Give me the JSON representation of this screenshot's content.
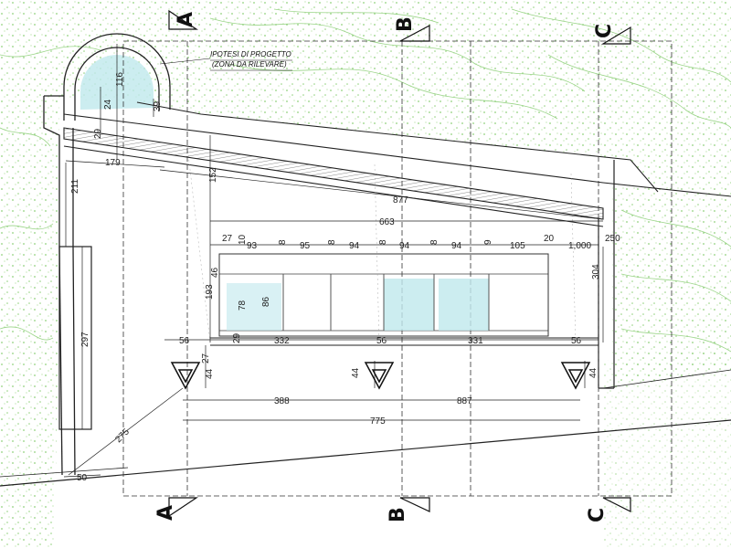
{
  "colors": {
    "vegetation": "#8fd07a",
    "water": "#bfe8ec",
    "ink": "#222222",
    "paper": "#ffffff"
  },
  "note": {
    "line1": "IPOTESI DI PROGETTO",
    "line2": "(ZONA DA RILEVARE)"
  },
  "sections": {
    "a_top": "A",
    "b_top": "B",
    "c_top": "C",
    "a_bottom": "A",
    "b_bottom": "B",
    "c_bottom": "C"
  },
  "dims": {
    "d116": "116",
    "d24": "24",
    "d39": "39",
    "d29": "29",
    "d179": "179",
    "d211": "211",
    "d152": "152",
    "d877": "877",
    "d663": "663",
    "d27a": "27",
    "d10": "10",
    "d93": "93",
    "d8a": "8",
    "d95": "95",
    "d8b": "8",
    "d94a": "94",
    "d8c": "8",
    "d94b": "94",
    "d8d": "8",
    "d94c": "94",
    "d9": "9",
    "d105": "105",
    "d20": "20",
    "d1000": "1,000",
    "d250": "250",
    "d46": "46",
    "d193": "193",
    "d78": "78",
    "d86": "86",
    "d304": "304",
    "d297": "297",
    "d56a": "56",
    "d29b": "29",
    "d332": "332",
    "d56b": "56",
    "d331": "331",
    "d56c": "56",
    "d27b": "27",
    "d44a": "44",
    "d44b": "44",
    "d44c": "44",
    "d388": "388",
    "d887": "887",
    "d775": "775",
    "d275": "275",
    "d50": "50"
  }
}
